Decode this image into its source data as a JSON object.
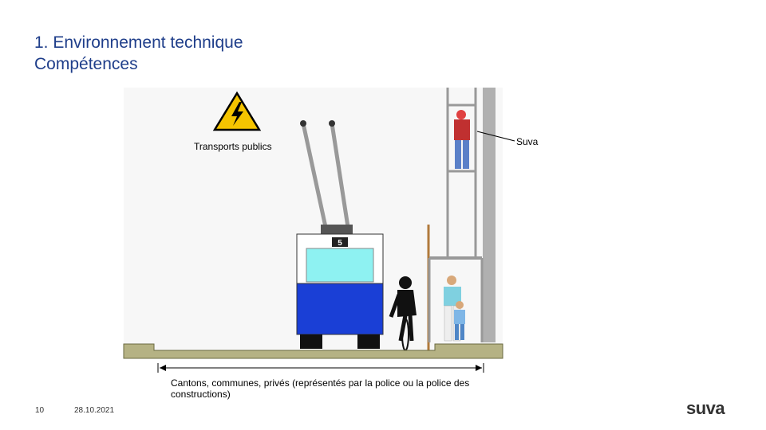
{
  "slide": {
    "title_line1": "1. Environnement technique",
    "title_line2": "Compétences"
  },
  "labels": {
    "transport": "Transports publics",
    "suva": "Suva",
    "cantons": "Cantons, communes, privés (représentés par la police ou la police des constructions)",
    "bus_number": "5"
  },
  "footer": {
    "page_number": "10",
    "date": "28.10.2021",
    "logo": "suva"
  },
  "colors": {
    "title": "#1f3e8a",
    "bus_body": "#1a3fd6",
    "bus_window": "#8ef2f2",
    "warning_yellow": "#f5c400",
    "ground": "#b5b284"
  }
}
